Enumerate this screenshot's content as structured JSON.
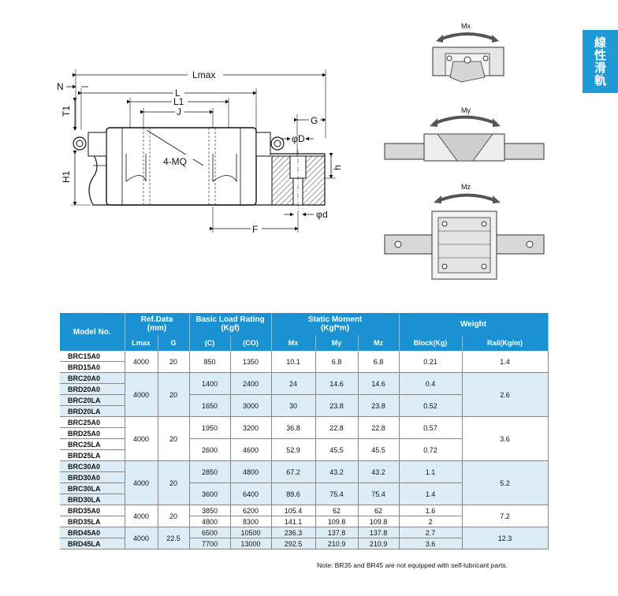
{
  "side_tab": {
    "text": "線性滑軌"
  },
  "drawing_labels": {
    "lmax": "Lmax",
    "l": "L",
    "l1": "L1",
    "j": "J",
    "n": "N",
    "t1": "T1",
    "h1": "H1",
    "mq": "4-MQ",
    "g": "G",
    "phi_d_upper": "D",
    "h": "h",
    "phi_d_lower": "d",
    "f": "F",
    "phi": "φ"
  },
  "moment_labels": {
    "mx": "Mx",
    "my": "My",
    "mz": "Mz"
  },
  "table": {
    "headers": {
      "model_no": "Model No.",
      "ref_data": "Ref.Data\n(mm)",
      "basic_load": "Basic Load Rating\n(Kgf)",
      "static_moment": "Static Moment\n(Kgf*m)",
      "weight": "Weight",
      "lmax": "Lmax",
      "g": "G",
      "c": "(C)",
      "co": "(CO)",
      "mx": "Mx",
      "my": "My",
      "mz": "Mz",
      "block": "Block(Kg)",
      "rail": "Rail(Kg/m)"
    },
    "groups": [
      {
        "lmax": "4000",
        "g": "20",
        "rail": "1.4",
        "rows": [
          {
            "models": [
              "BRC15A0",
              "BRD15A0"
            ],
            "c": "850",
            "co": "1350",
            "mx": "10.1",
            "my": "6.8",
            "mz": "6.8",
            "block": "0.21"
          }
        ]
      },
      {
        "lmax": "4000",
        "g": "20",
        "rail": "2.6",
        "rows": [
          {
            "models": [
              "BRC20A0",
              "BRD20A0"
            ],
            "c": "1400",
            "co": "2400",
            "mx": "24",
            "my": "14.6",
            "mz": "14.6",
            "block": "0.4"
          },
          {
            "models": [
              "BRC20LA",
              "BRD20LA"
            ],
            "c": "1650",
            "co": "3000",
            "mx": "30",
            "my": "23.8",
            "mz": "23.8",
            "block": "0.52"
          }
        ]
      },
      {
        "lmax": "4000",
        "g": "20",
        "rail": "3.6",
        "rows": [
          {
            "models": [
              "BRC25A0",
              "BRD25A0"
            ],
            "c": "1950",
            "co": "3200",
            "mx": "36.8",
            "my": "22.8",
            "mz": "22.8",
            "block": "0.57"
          },
          {
            "models": [
              "BRC25LA",
              "BRD25LA"
            ],
            "c": "2600",
            "co": "4600",
            "mx": "52.9",
            "my": "45.5",
            "mz": "45.5",
            "block": "0.72"
          }
        ]
      },
      {
        "lmax": "4000",
        "g": "20",
        "rail": "5.2",
        "rows": [
          {
            "models": [
              "BRC30A0",
              "BRD30A0"
            ],
            "c": "2850",
            "co": "4800",
            "mx": "67.2",
            "my": "43.2",
            "mz": "43.2",
            "block": "1.1"
          },
          {
            "models": [
              "BRC30LA",
              "BRD30LA"
            ],
            "c": "3600",
            "co": "6400",
            "mx": "89.6",
            "my": "75.4",
            "mz": "75.4",
            "block": "1.4"
          }
        ]
      },
      {
        "lmax": "4000",
        "g": "20",
        "rail": "7.2",
        "rows": [
          {
            "models": [
              "BRD35A0"
            ],
            "c": "3850",
            "co": "6200",
            "mx": "105.4",
            "my": "62",
            "mz": "62",
            "block": "1.6"
          },
          {
            "models": [
              "BRD35LA"
            ],
            "c": "4800",
            "co": "8300",
            "mx": "141.1",
            "my": "109.8",
            "mz": "109.8",
            "block": "2"
          }
        ]
      },
      {
        "lmax": "4000",
        "g": "22.5",
        "rail": "12.3",
        "rows": [
          {
            "models": [
              "BRD45A0"
            ],
            "c": "6500",
            "co": "10500",
            "mx": "236.3",
            "my": "137.8",
            "mz": "137.8",
            "block": "2.7"
          },
          {
            "models": [
              "BRD45LA"
            ],
            "c": "7700",
            "co": "13000",
            "mx": "292.5",
            "my": "210.9",
            "mz": "210.9",
            "block": "3.6"
          }
        ]
      }
    ]
  },
  "note": "Note: BR35 and BR45 are not equipped with self-lubricant parts.",
  "colors": {
    "header_blue": "#1a92d2",
    "row_blue": "#dcedf8",
    "tab_blue": "#1e9ad6"
  }
}
